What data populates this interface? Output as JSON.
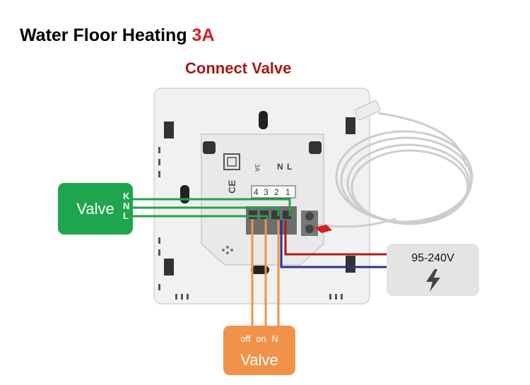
{
  "title": {
    "main": "Water Floor Heating",
    "accent": "3A"
  },
  "subtitle": "Connect Valve",
  "valve_left": {
    "label": "Valve",
    "terminals": [
      "K",
      "N",
      "L"
    ]
  },
  "power": {
    "label": "95-240V",
    "icon": "lightning-bolt-icon"
  },
  "valve_bottom": {
    "terminals": [
      "off",
      "on",
      "N"
    ],
    "label": "Valve"
  },
  "thermostat": {
    "terminals": [
      "4",
      "3",
      "2",
      "1"
    ],
    "rating": "3A",
    "marks": [
      "N",
      "L"
    ],
    "ce_mark": "CE"
  },
  "colors": {
    "title_accent": "#d42020",
    "subtitle": "#a81616",
    "valve_left": "#1fa54e",
    "valve_bottom": "#f0924a",
    "power_box": "#e4e4e4",
    "wire_live": "#b11b1b",
    "wire_neutral": "#2c2f9a",
    "wire_valve": "#22a24a",
    "wire_valve_control": "#f0924a"
  }
}
